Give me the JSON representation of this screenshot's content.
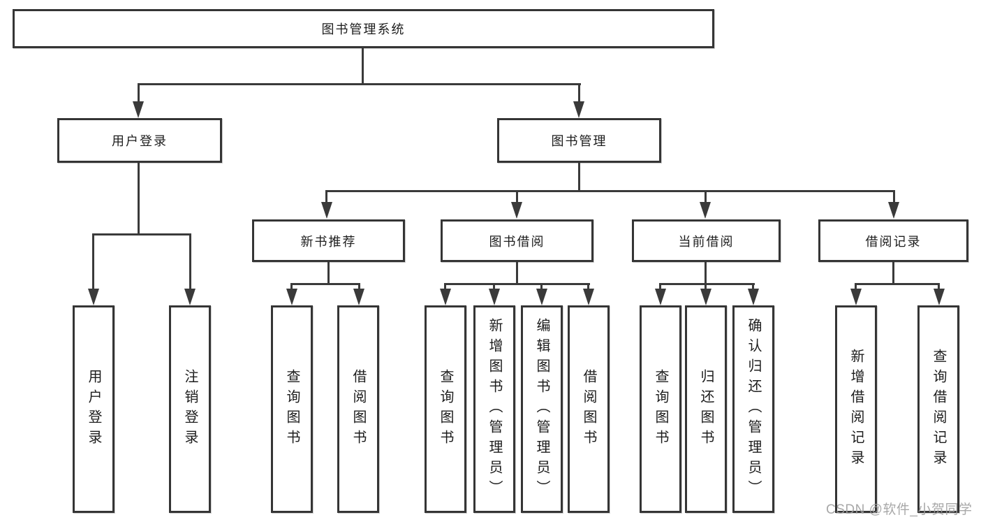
{
  "nodes": {
    "root": "图书管理系统",
    "l2": {
      "user_login": "用户登录",
      "book_management": "图书管理"
    },
    "l3": {
      "new_book_recommend": "新书推荐",
      "book_borrow": "图书借阅",
      "current_borrow": "当前借阅",
      "borrow_records": "借阅记录"
    },
    "l4": {
      "user_login": "用户登录",
      "logout": "注销登录",
      "nb_query_books": "查询图书",
      "nb_borrow_books": "借阅图书",
      "bb_query_books": "查询图书",
      "bb_add_books": "新增图书（管理员）",
      "bb_edit_books": "编辑图书（管理员）",
      "bb_borrow_books": "借阅图书",
      "cb_query_books": "查询图书",
      "cb_return_books": "归还图书",
      "cb_confirm_return": "确认归还（管理员）",
      "br_add_record": "新增借阅记录",
      "br_query_record": "查询借阅记录"
    }
  },
  "watermark": "CSDN @软件_小贺同学",
  "colors": {
    "line": "#3a3a3a",
    "border": "#353535",
    "text": "#1d1d1d",
    "watermark": "#9e9e9e",
    "background": "#ffffff"
  }
}
